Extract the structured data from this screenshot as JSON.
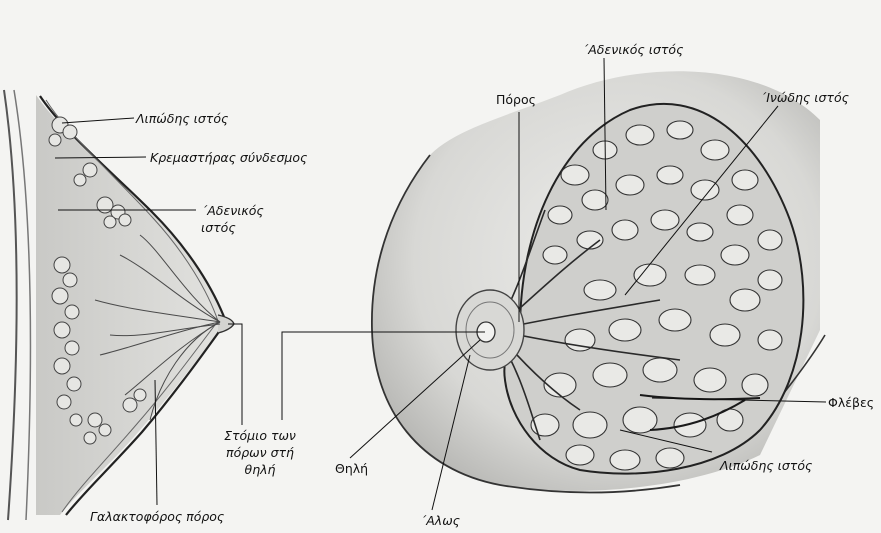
{
  "labels": {
    "left": {
      "fat_tissue": "Λιπώδης ιστός",
      "suspensory_ligament": "Κρεμαστήρας σύνδεσμος",
      "glandular_tissue_line1": "΄Αδενικός",
      "glandular_tissue_line2": "ιστός",
      "duct_openings_line1": "Στόμιο των",
      "duct_openings_line2": "πόρων στή",
      "duct_openings_line3": "θηλή",
      "milk_duct": "Γαλακτοφόρος πόρος"
    },
    "right": {
      "glandular_tissue": "΄Αδενικός ιστός",
      "duct": "Πόρος",
      "fibrous_tissue": "΄Ινώδης ιστός",
      "veins": "Φλέβες",
      "fat_tissue": "Λιπώδης ιστός",
      "nipple": "Θηλή",
      "areola": "΄Αλως"
    }
  }
}
